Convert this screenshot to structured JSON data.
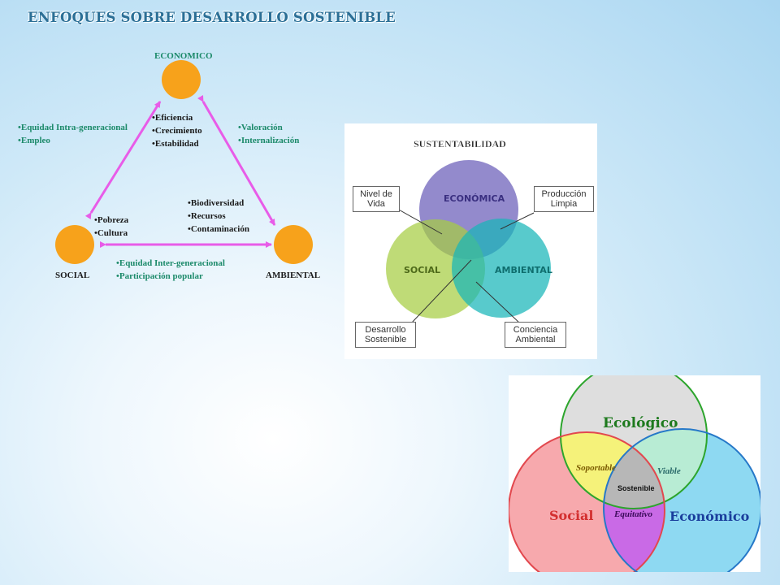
{
  "page_title": "ENFOQUES SOBRE DESARROLLO SOSTENIBLE",
  "triangle": {
    "node_top": "ECONOMICO",
    "node_left": "SOCIAL",
    "node_right": "AMBIENTAL",
    "economico_items": [
      "•Eficiencia",
      "•Crecimiento",
      "•Estabilidad"
    ],
    "left_edge_items": [
      "•Equidad Intra-generacional",
      "•Empleo"
    ],
    "right_edge_items": [
      "•Valoración",
      "•Internalización"
    ],
    "social_items": [
      "•Pobreza",
      "•Cultura"
    ],
    "ambiental_items": [
      "•Biodiversidad",
      "•Recursos",
      "•Contaminación"
    ],
    "bottom_edge_items": [
      "•Equidad Inter-generacional",
      "•Participación popular"
    ],
    "colors": {
      "node": "#f7a21b",
      "arrow": "#e85ce8",
      "text_dark": "#1a1a1a",
      "text_green": "#1c8a6a"
    }
  },
  "sustentabilidad": {
    "title": "SUSTENTABILIDAD",
    "circle_top": "ECONÓMICA",
    "circle_left": "SOCIAL",
    "circle_right": "AMBIENTAL",
    "callout_nivel": "Nivel de Vida",
    "callout_produccion": "Producción Limpia",
    "callout_desarrollo": "Desarrollo Sostenible",
    "callout_conciencia": "Conciencia Ambiental",
    "colors": {
      "top": "#6a5db8",
      "left": "#a6cd43",
      "right": "#17b5b9"
    }
  },
  "venn2": {
    "ecologico": "Ecológico",
    "social": "Social",
    "economico": "Económico",
    "soportable": "Soportable",
    "viable": "Viable",
    "equitativo": "Equitativo",
    "sostenible": "Sostenible",
    "colors": {
      "ecologico": "#dedede",
      "social": "#f7a9ad",
      "economico": "#8ed9f2",
      "soportable": "#f5f27a",
      "viable": "#b8ecd4",
      "equitativo": "#c96ae6",
      "sostenible": "#b7b7b7"
    }
  }
}
